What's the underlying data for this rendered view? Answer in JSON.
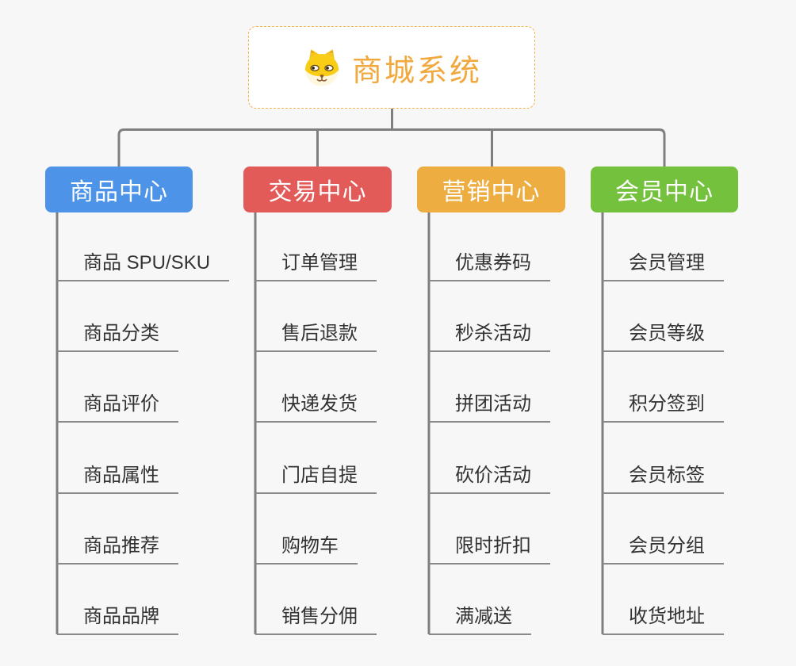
{
  "root": {
    "label": "商城系统",
    "icon": "dog-face-icon"
  },
  "colors": {
    "background": "#f7f7f7",
    "connector": "#7f7f7f",
    "underline": "#898989",
    "root_border": "#f3b04c",
    "root_text": "#f1a83c",
    "item_text": "#333333",
    "node_text": "#ffffff"
  },
  "branches": [
    {
      "label": "商品中心",
      "color": "#4d94e8",
      "items": [
        "商品 SPU/SKU",
        "商品分类",
        "商品评价",
        "商品属性",
        "商品推荐",
        "商品品牌"
      ]
    },
    {
      "label": "交易中心",
      "color": "#e25b58",
      "items": [
        "订单管理",
        "售后退款",
        "快递发货",
        "门店自提",
        "购物车",
        "销售分佣"
      ]
    },
    {
      "label": "营销中心",
      "color": "#edad40",
      "items": [
        "优惠券码",
        "秒杀活动",
        "拼团活动",
        "砍价活动",
        "限时折扣",
        "满减送"
      ]
    },
    {
      "label": "会员中心",
      "color": "#74c13e",
      "items": [
        "会员管理",
        "会员等级",
        "积分签到",
        "会员标签",
        "会员分组",
        "收货地址"
      ]
    }
  ]
}
